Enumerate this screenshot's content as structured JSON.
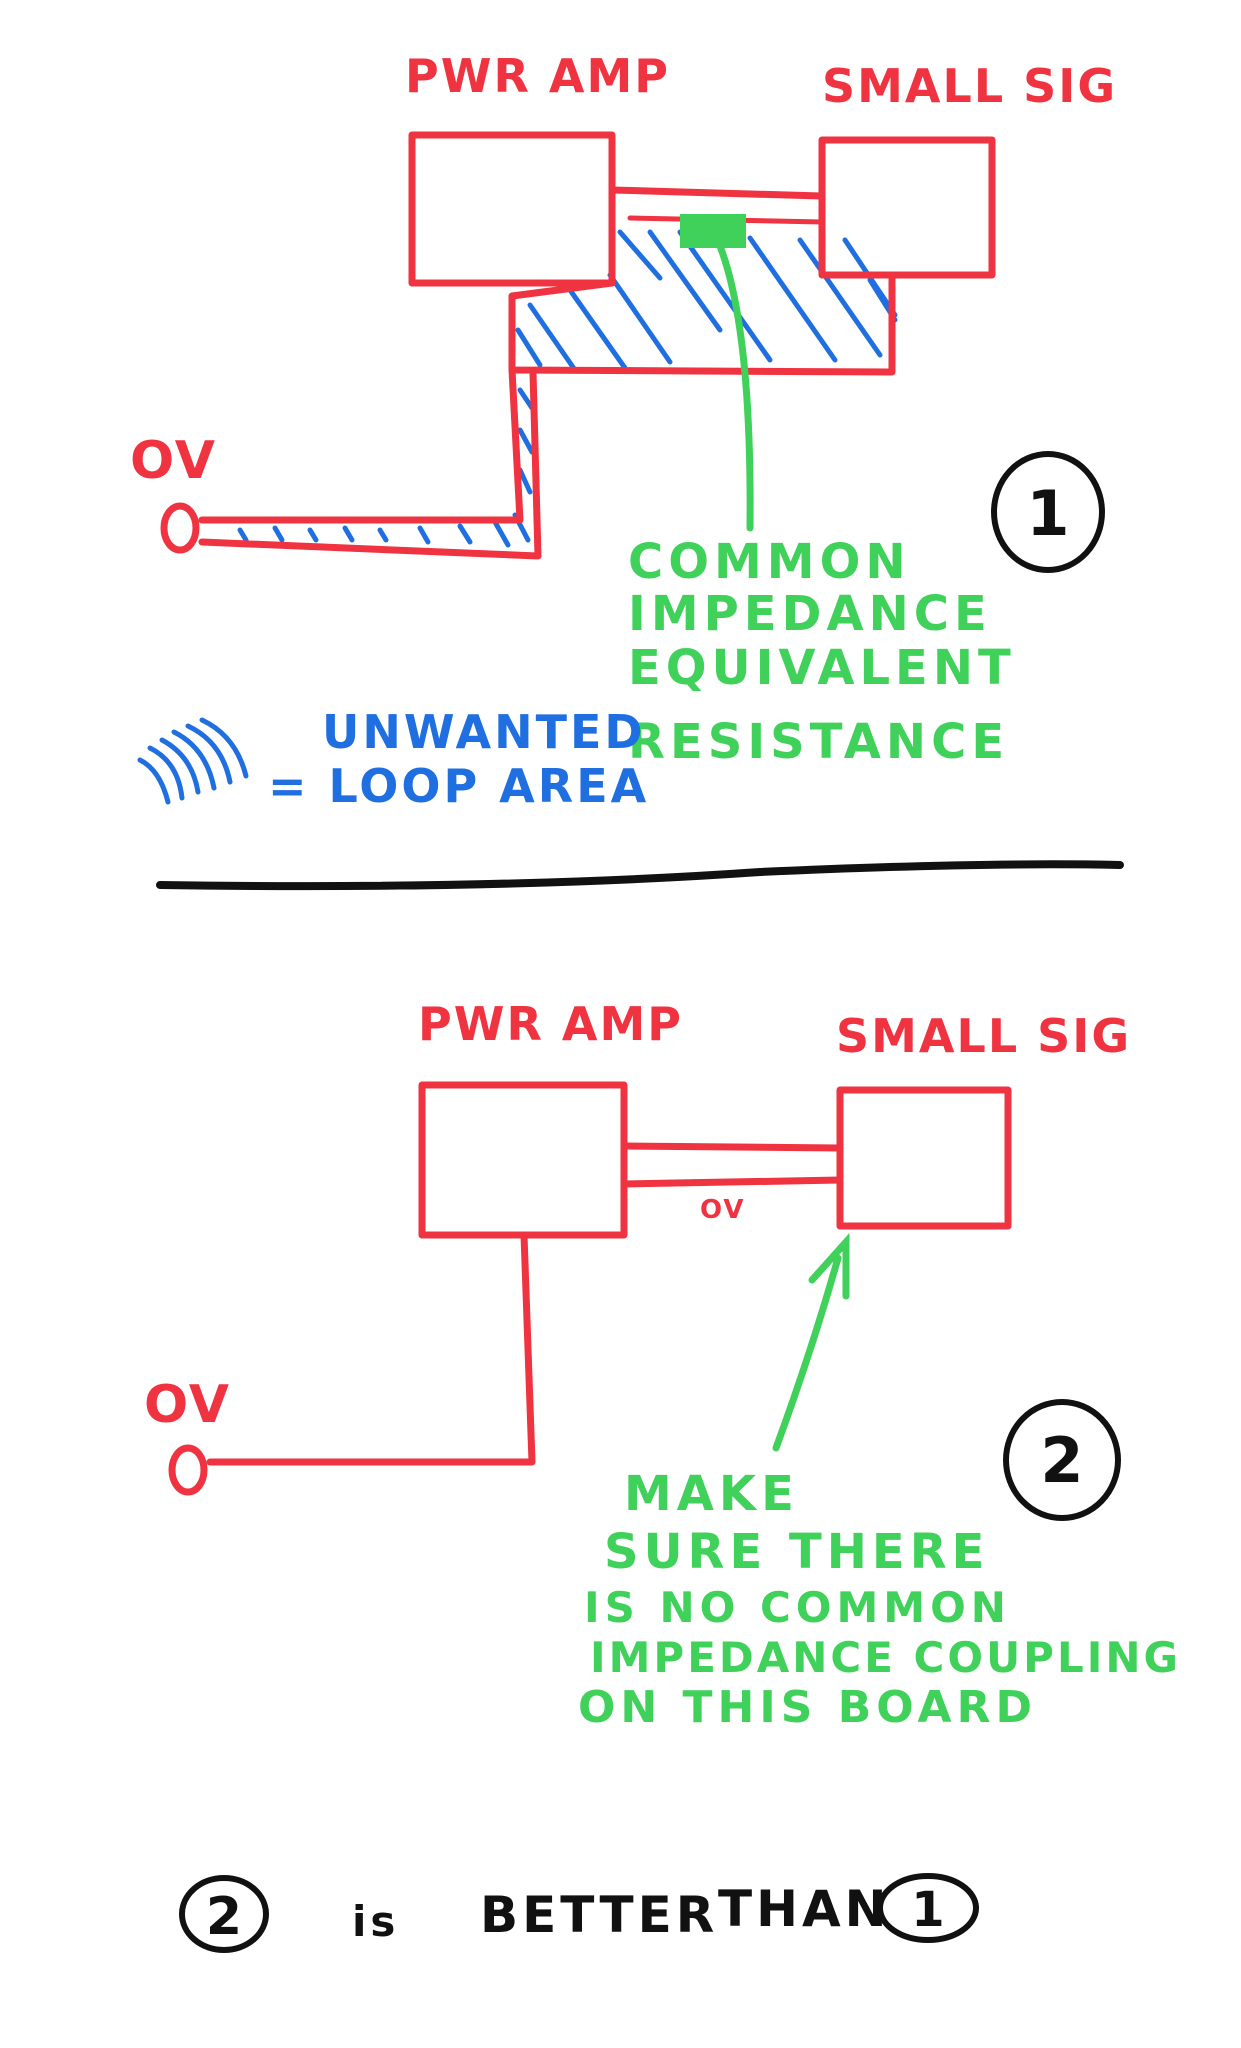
{
  "diagram1": {
    "pwr_amp_label": "PWR AMP",
    "small_sig_label": "SMALL SIG",
    "ov_label": "OV",
    "number": "1",
    "common_impedance_lines": [
      "COMMON",
      "IMPEDANCE",
      "EQUIVALENT",
      "RESISTANCE"
    ]
  },
  "legend": {
    "line1": "UNWANTED",
    "line2": "= LOOP AREA"
  },
  "diagram2": {
    "pwr_amp_label": "PWR AMP",
    "small_sig_label": "SMALL SIG",
    "ov_label": "OV",
    "trace_label": "OV",
    "number": "2",
    "note_lines": [
      "MAKE",
      "SURE THERE",
      "IS NO COMMON",
      "IMPEDANCE COUPLING",
      "ON THIS BOARD"
    ]
  },
  "conclusion": {
    "left_number": "2",
    "text_is": "is",
    "text_better": "BETTER",
    "text_than": "THAN",
    "right_number": "1"
  },
  "colors": {
    "trace": "#ef3340",
    "loop_hatch": "#1f6fe0",
    "annotation": "#3fd15a",
    "ink": "#111111"
  }
}
